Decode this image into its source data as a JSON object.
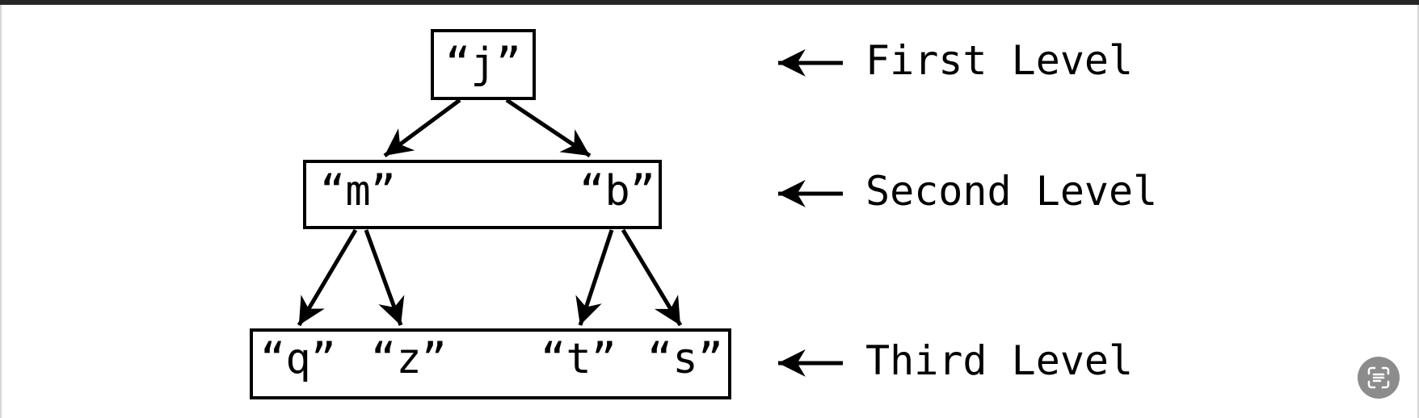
{
  "levels": {
    "first": {
      "nodes": [
        "“j”"
      ],
      "label": "First Level"
    },
    "second": {
      "nodes": [
        "“m”",
        "“b”"
      ],
      "label": "Second Level"
    },
    "third": {
      "nodes": [
        "“q”",
        "“z”",
        "“t”",
        "“s”"
      ],
      "label": "Third Level"
    }
  },
  "edges": [
    {
      "from": "“j”",
      "to": "“m”"
    },
    {
      "from": "“j”",
      "to": "“b”"
    },
    {
      "from": "“m”",
      "to": "“q”"
    },
    {
      "from": "“m”",
      "to": "“z”"
    },
    {
      "from": "“b”",
      "to": "“t”"
    },
    {
      "from": "“b”",
      "to": "“s”"
    }
  ],
  "colors": {
    "ink": "#000000",
    "background": "#ffffff",
    "top_bar": "#262626",
    "fab": "#8c8c8c"
  },
  "icons": {
    "level_pointer": "left-arrow-icon",
    "floating_button": "scan-text-icon"
  }
}
